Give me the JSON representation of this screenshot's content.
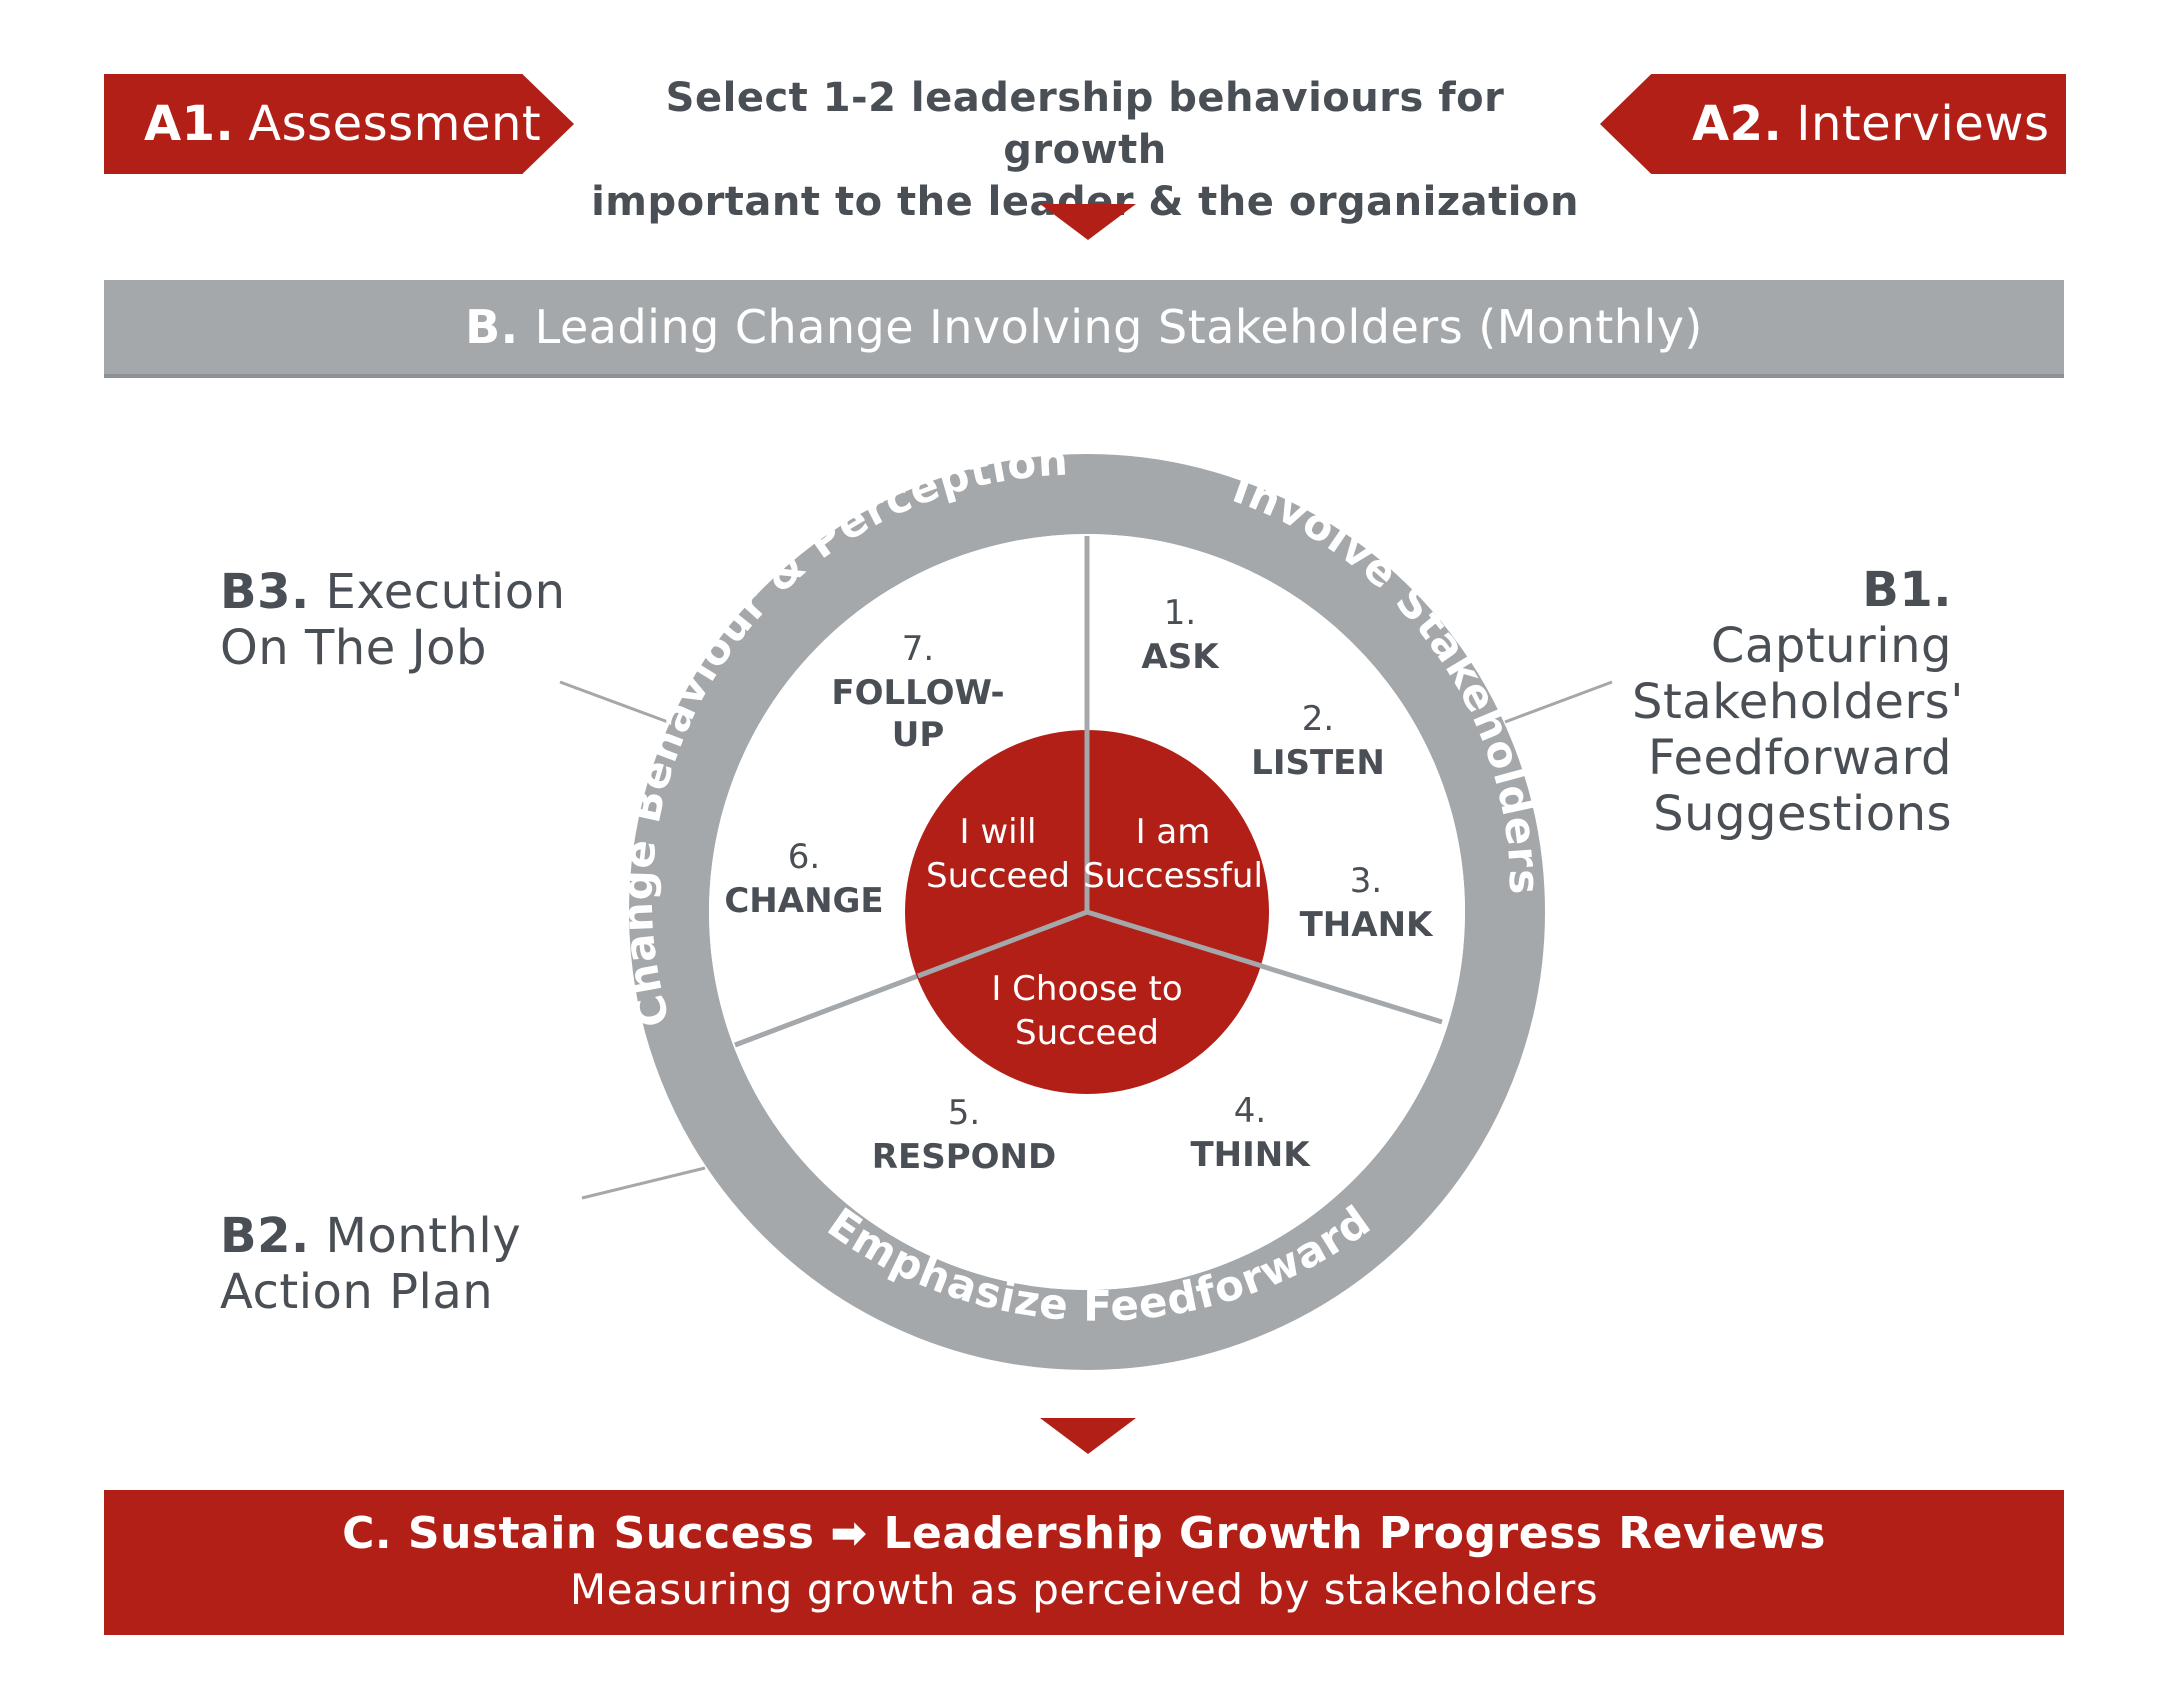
{
  "a1": {
    "prefix": "A1.",
    "label": "Assessment"
  },
  "a2": {
    "prefix": "A2.",
    "label": "Interviews"
  },
  "header": {
    "line1": "Select 1-2 leadership behaviours for growth",
    "line2": "important to the leader & the organization"
  },
  "b": {
    "prefix": "B.",
    "label": "Leading Change Involving Stakeholders (Monthly)"
  },
  "b1": {
    "prefix": "B1.",
    "line1": "Capturing",
    "line2": "Stakeholders'",
    "line3": "Feedforward",
    "line4": "Suggestions"
  },
  "b2": {
    "prefix": "B2.",
    "line1": "Monthly",
    "line2": "Action Plan"
  },
  "b3": {
    "prefix": "B3.",
    "line1": "Execution",
    "line2": "On The Job"
  },
  "ring": {
    "top_left": "Change Behaviour & Perception",
    "top_right": "Involve Stakeholders",
    "bottom": "Emphasize Feedforward"
  },
  "steps": [
    {
      "num": "1.",
      "label": "ASK"
    },
    {
      "num": "2.",
      "label": "LISTEN"
    },
    {
      "num": "3.",
      "label": "THANK"
    },
    {
      "num": "4.",
      "label": "THINK"
    },
    {
      "num": "5.",
      "label": "RESPOND"
    },
    {
      "num": "6.",
      "label": "CHANGE"
    },
    {
      "num": "7.",
      "label": "FOLLOW-",
      "label2": "UP"
    }
  ],
  "core": {
    "left": {
      "line1": "I will",
      "line2": "Succeed"
    },
    "right": {
      "line1": "I am",
      "line2": "Successful"
    },
    "bottom": {
      "line1": "I Choose to",
      "line2": "Succeed"
    }
  },
  "c": {
    "line1_prefix": "C. Sustain Success",
    "arrow": "➡",
    "line1_suffix": "Leadership Growth Progress Reviews",
    "line2": "Measuring growth as perceived by stakeholders"
  },
  "colors": {
    "red": "#b11f17",
    "gray": "#a5a8ab",
    "text": "#4a4f55"
  }
}
